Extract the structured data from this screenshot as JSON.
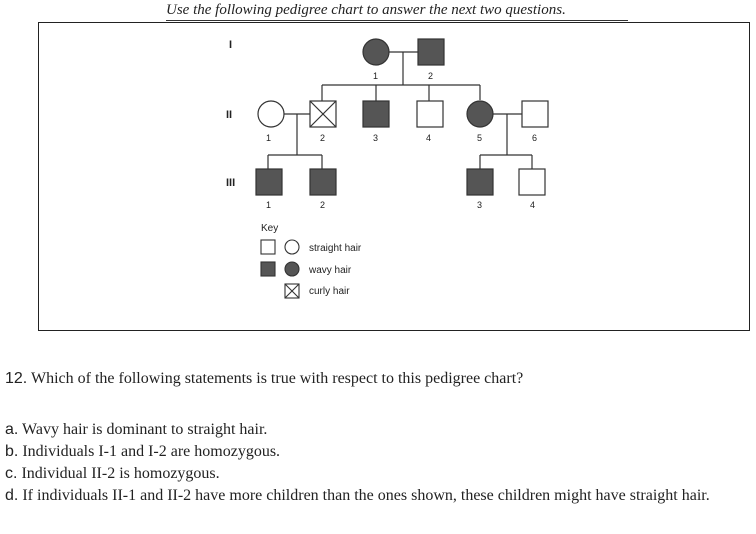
{
  "header": "Use the following pedigree chart to answer the next two questions.",
  "generations": [
    "I",
    "II",
    "III"
  ],
  "numbers": {
    "g1": [
      "1",
      "2"
    ],
    "g2": [
      "1",
      "2",
      "3",
      "4",
      "5",
      "6"
    ],
    "g3": [
      "1",
      "2",
      "3",
      "4"
    ]
  },
  "key": {
    "title": "Key",
    "straight": "straight hair",
    "wavy": "wavy hair",
    "curly": "curly hair"
  },
  "question": {
    "number": "12.",
    "text": " Which of the following statements is true with respect to this pedigree chart?"
  },
  "options": [
    {
      "letter": "a.",
      "text": " Wavy hair is dominant to straight hair."
    },
    {
      "letter": "b.",
      "text": " Individuals I-1 and I-2 are homozygous."
    },
    {
      "letter": "c.",
      "text": " Individual II-2 is homozygous."
    },
    {
      "letter": "d.",
      "text": " If individuals II-1 and II-2 have more children than the ones shown, these children might have straight hair."
    }
  ]
}
